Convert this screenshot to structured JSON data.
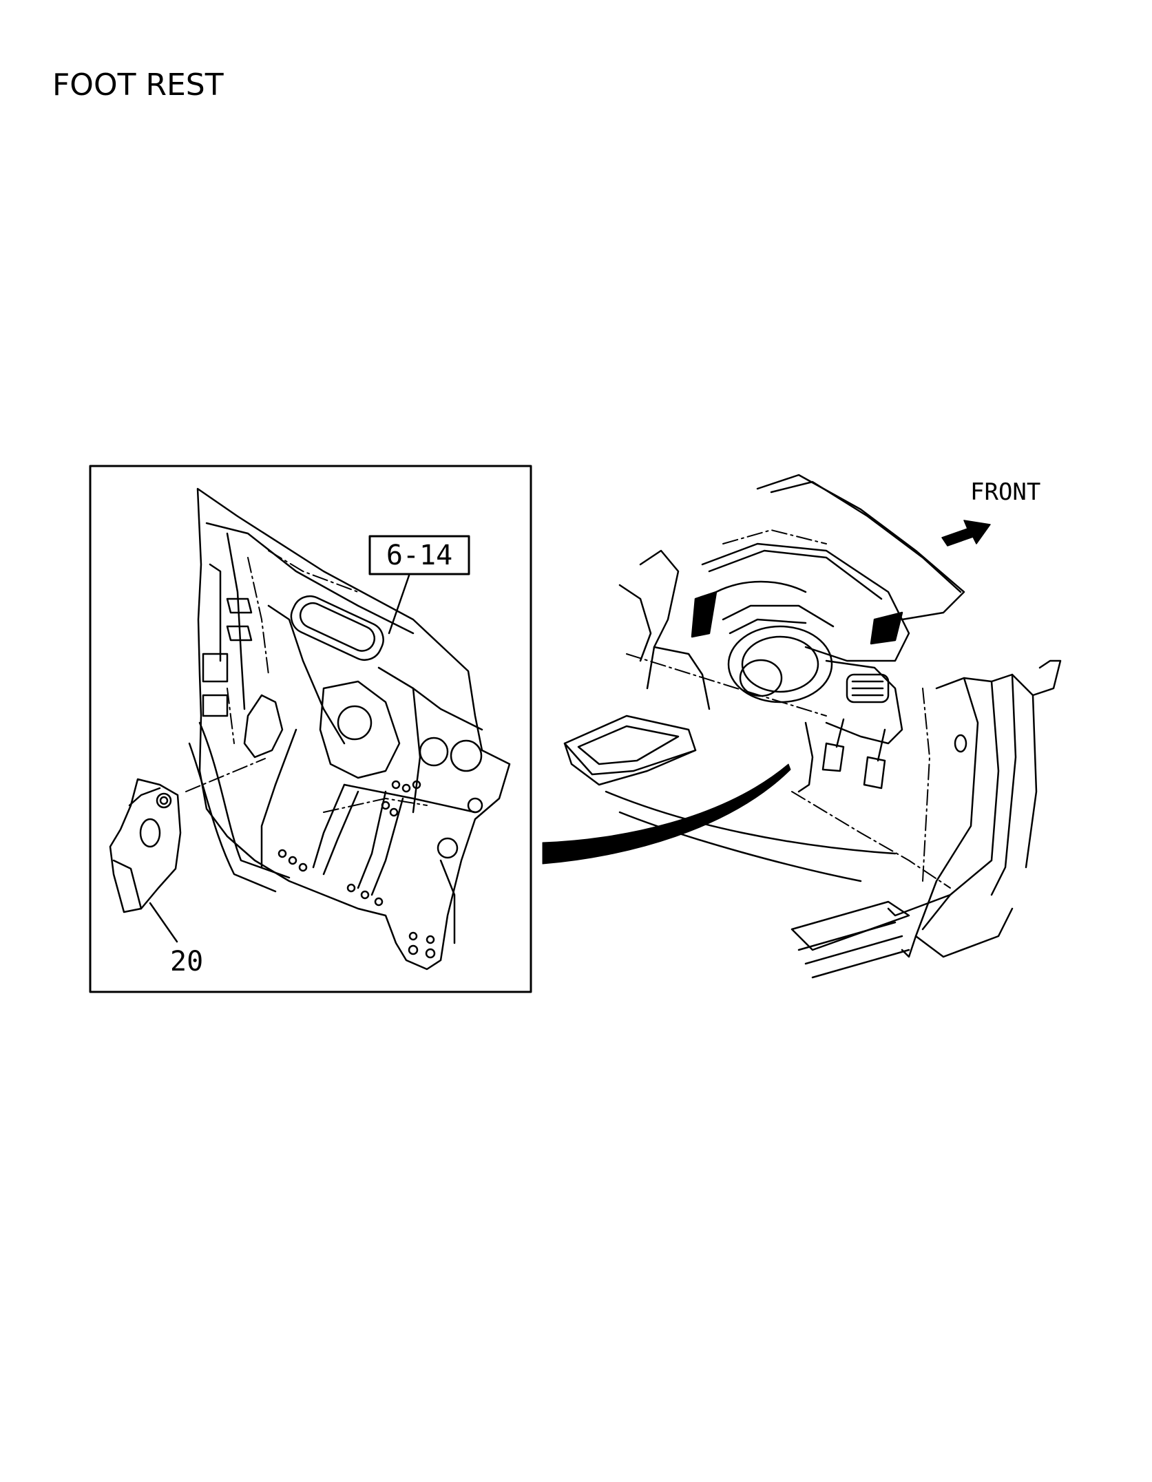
{
  "title": "FOOT REST",
  "diagram": {
    "callouts": {
      "ref_box": "6-14",
      "part_number": "20",
      "direction": "FRONT"
    }
  }
}
